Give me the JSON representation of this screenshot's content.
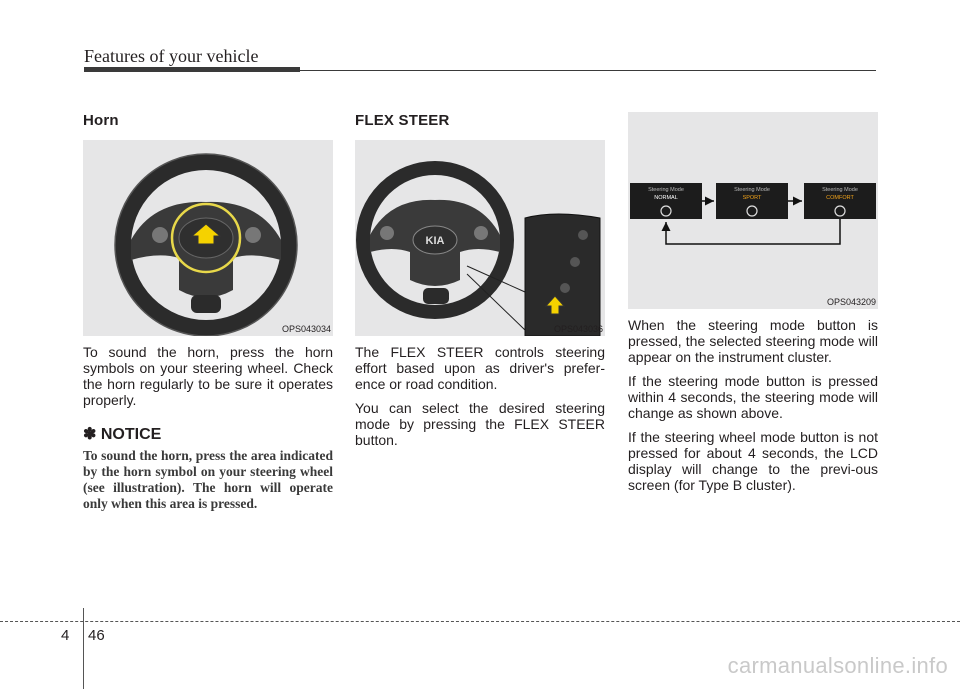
{
  "header": {
    "title": "Features of your vehicle"
  },
  "col1": {
    "heading": "Horn",
    "figure_code": "OPS043034",
    "para": "To sound the horn, press the horn symbols on your steering wheel. Check the horn regularly to be sure it operates properly.",
    "notice_title": "✽ NOTICE",
    "notice_text": "To sound the horn, press the area indicated by the horn symbol on your steering wheel (see illustration). The horn will operate only when this area is pressed."
  },
  "col2": {
    "heading": "FLEX STEER",
    "figure_code": "OPS043036",
    "logo": "KIA",
    "para1": "The FLEX STEER controls steering effort based upon as driver's prefer-ence or road condition.",
    "para2": "You can select the desired steering mode by pressing the FLEX STEER button."
  },
  "col3": {
    "figure_code": "OPS043209",
    "modes": [
      {
        "title": "Steering Mode",
        "label": "NORMAL",
        "color": "#ffffff"
      },
      {
        "title": "Steering Mode",
        "label": "SPORT",
        "color": "#f2a31a"
      },
      {
        "title": "Steering Mode",
        "label": "COMFORT",
        "color": "#f2a31a"
      }
    ],
    "para1": "When the steering mode button is pressed, the selected steering mode will appear on the instrument cluster.",
    "para2": "If the steering mode button is pressed within 4 seconds, the steering mode will change as shown above.",
    "para3": "If the steering wheel mode button is not pressed for about 4 seconds, the LCD display will change to the previ-ous screen (for Type B cluster)."
  },
  "footer": {
    "chapter": "4",
    "page": "46",
    "watermark": "carmanualsonline.info"
  },
  "colors": {
    "accent": "#f5d200",
    "highlight": "#e8d84a"
  }
}
